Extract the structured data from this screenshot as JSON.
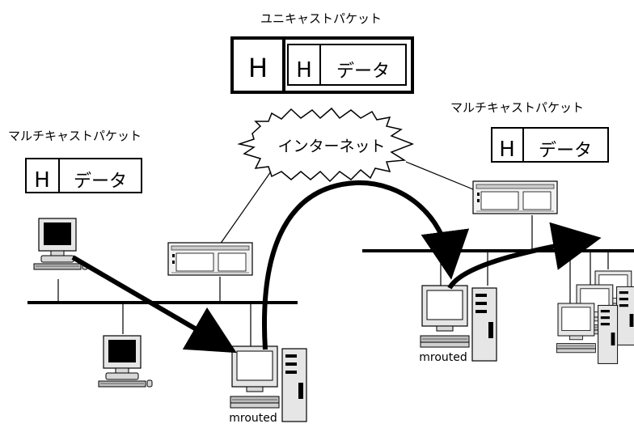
{
  "unicast": {
    "title": "ユニキャストパケット",
    "header": "H",
    "inner_header": "H",
    "payload": "データ"
  },
  "multicast_left": {
    "title": "マルチキャストパケット",
    "header": "H",
    "payload": "データ"
  },
  "multicast_right": {
    "title": "マルチキャストパケット",
    "header": "H",
    "payload": "データ"
  },
  "internet": {
    "label": "インターネット"
  },
  "mrouted_left": {
    "label": "mrouted"
  },
  "mrouted_right": {
    "label": "mrouted"
  }
}
